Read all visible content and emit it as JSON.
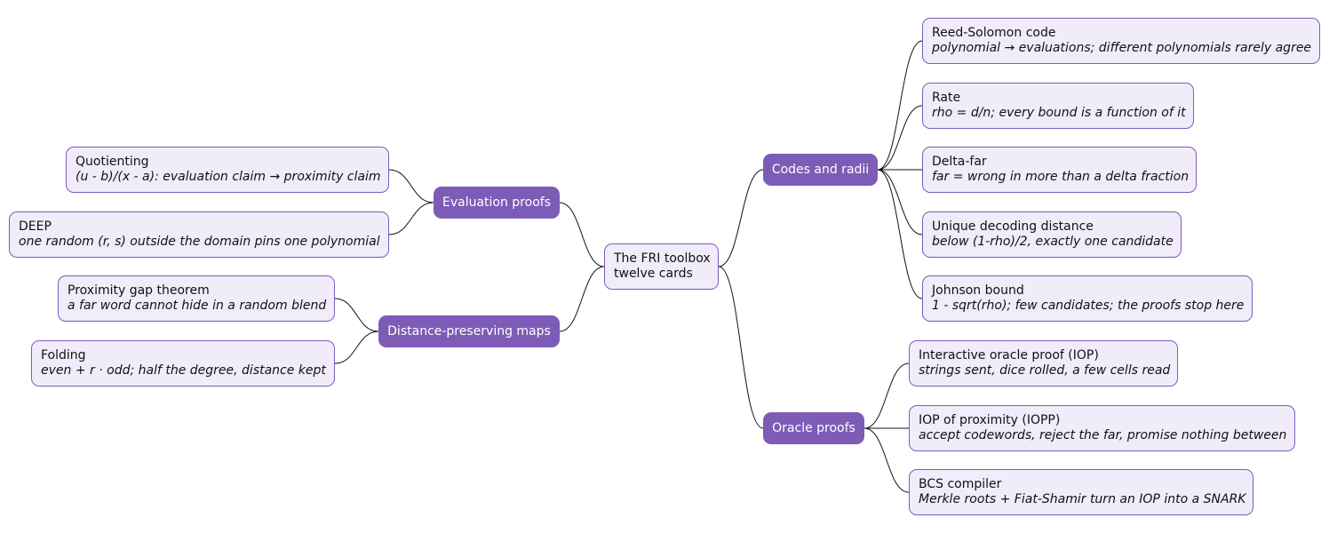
{
  "root": {
    "title": "The FRI toolbox",
    "subtitle": "twelve cards"
  },
  "branches": {
    "codes": {
      "label": "Codes and radii",
      "cards": [
        {
          "title": "Reed-Solomon code",
          "desc": "polynomial → evaluations; different polynomials rarely agree"
        },
        {
          "title": "Rate",
          "desc": "rho = d/n; every bound is a function of it"
        },
        {
          "title": "Delta-far",
          "desc": "far = wrong in more than a delta fraction"
        },
        {
          "title": "Unique decoding distance",
          "desc": "below (1-rho)/2, exactly one candidate"
        },
        {
          "title": "Johnson bound",
          "desc": "1 - sqrt(rho); few candidates; the proofs stop here"
        }
      ]
    },
    "oracle": {
      "label": "Oracle proofs",
      "cards": [
        {
          "title": "Interactive oracle proof (IOP)",
          "desc": "strings sent, dice rolled, a few cells read"
        },
        {
          "title": "IOP of proximity (IOPP)",
          "desc": "accept codewords, reject the far, promise nothing between"
        },
        {
          "title": "BCS compiler",
          "desc": "Merkle roots + Fiat-Shamir turn an IOP into a SNARK"
        }
      ]
    },
    "evaluation": {
      "label": "Evaluation proofs",
      "cards": [
        {
          "title": "Quotienting",
          "desc": "(u - b)/(x - a): evaluation claim → proximity claim"
        },
        {
          "title": "DEEP",
          "desc": "one random (r, s) outside the domain pins one polynomial"
        }
      ]
    },
    "distance": {
      "label": "Distance-preserving maps",
      "cards": [
        {
          "title": "Proximity gap theorem",
          "desc": "a far word cannot hide in a random blend"
        },
        {
          "title": "Folding",
          "desc": "even + r · odd; half the degree, distance kept"
        }
      ]
    }
  },
  "colors": {
    "branch_fill": "#7c5cb6",
    "card_fill": "#f1ecfa",
    "card_border": "#7e5cb9",
    "connector": "#111111"
  }
}
